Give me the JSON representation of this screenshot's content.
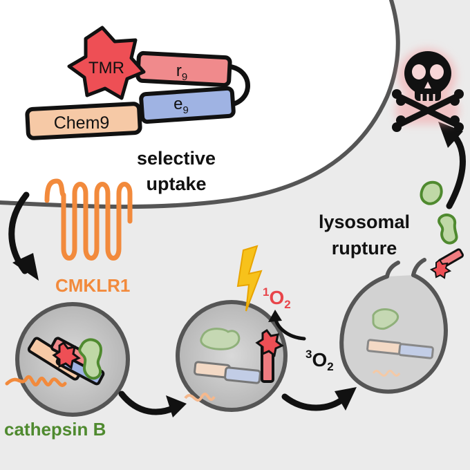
{
  "construct": {
    "tmr": "TMR",
    "r9_main": "r",
    "r9_sub": "9",
    "e9_main": "e",
    "e9_sub": "9",
    "chem9": "Chem9"
  },
  "labels": {
    "selective": "selective",
    "uptake": "uptake",
    "receptor": "CMKLR1",
    "protease": "cathepsin B",
    "lysosomal": "lysosomal",
    "rupture": "rupture",
    "singlet_sup": "1",
    "singlet_main": "O",
    "singlet_sub": "2",
    "triplet_sup": "3",
    "triplet_main": "O",
    "triplet_sub": "2"
  },
  "colors": {
    "tmr_red": "#ee4f55",
    "r9_fill": "#f08a8c",
    "e9_fill": "#9fb3e3",
    "chem9_fill": "#f6c9a6",
    "receptor_orange": "#f28a3c",
    "cathepsin_green": "#4f8a2f",
    "cell_gray": "#ebebeb",
    "singlet_red": "#e8454a",
    "lightning_yellow": "#f7c21b"
  },
  "icons": [
    "star-tmr-icon",
    "lightning-icon",
    "skull-crossbones-icon",
    "curved-arrow-icon"
  ]
}
